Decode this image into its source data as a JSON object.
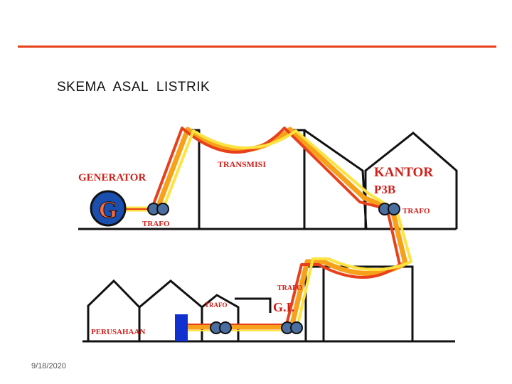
{
  "title": "SKEMA  ASAL  LISTRIK",
  "date": "9/18/2020",
  "colors": {
    "rule": "#e8401c",
    "wire_red": "#e8401c",
    "wire_orange": "#f7a11a",
    "wire_yellow": "#fde33f",
    "label_red": "#d0201a",
    "generator_blue": "#1a4fb0",
    "trafo_blue": "#4a6ea0",
    "gate_blue": "#1030d0"
  },
  "labels": {
    "generator": "GENERATOR",
    "generator_symbol": "G",
    "trafo_1": "TRAFO",
    "transmisi": "TRANSMISI",
    "kantor_line1": "KANTOR",
    "kantor_line2": "P3B",
    "trafo_2": "TRAFO",
    "trafo_3": "TRAFO",
    "gi": "G.I.",
    "trafo_4": "TRAFO",
    "perusahaan": "PERUSAHAAN"
  }
}
